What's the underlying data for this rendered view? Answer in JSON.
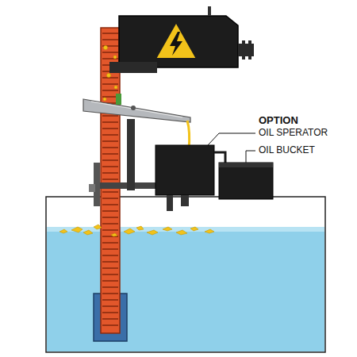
{
  "diagram": {
    "labels": [
      "OPTION",
      "OIL SPERATOR",
      "OIL BUCKET"
    ]
  }
}
